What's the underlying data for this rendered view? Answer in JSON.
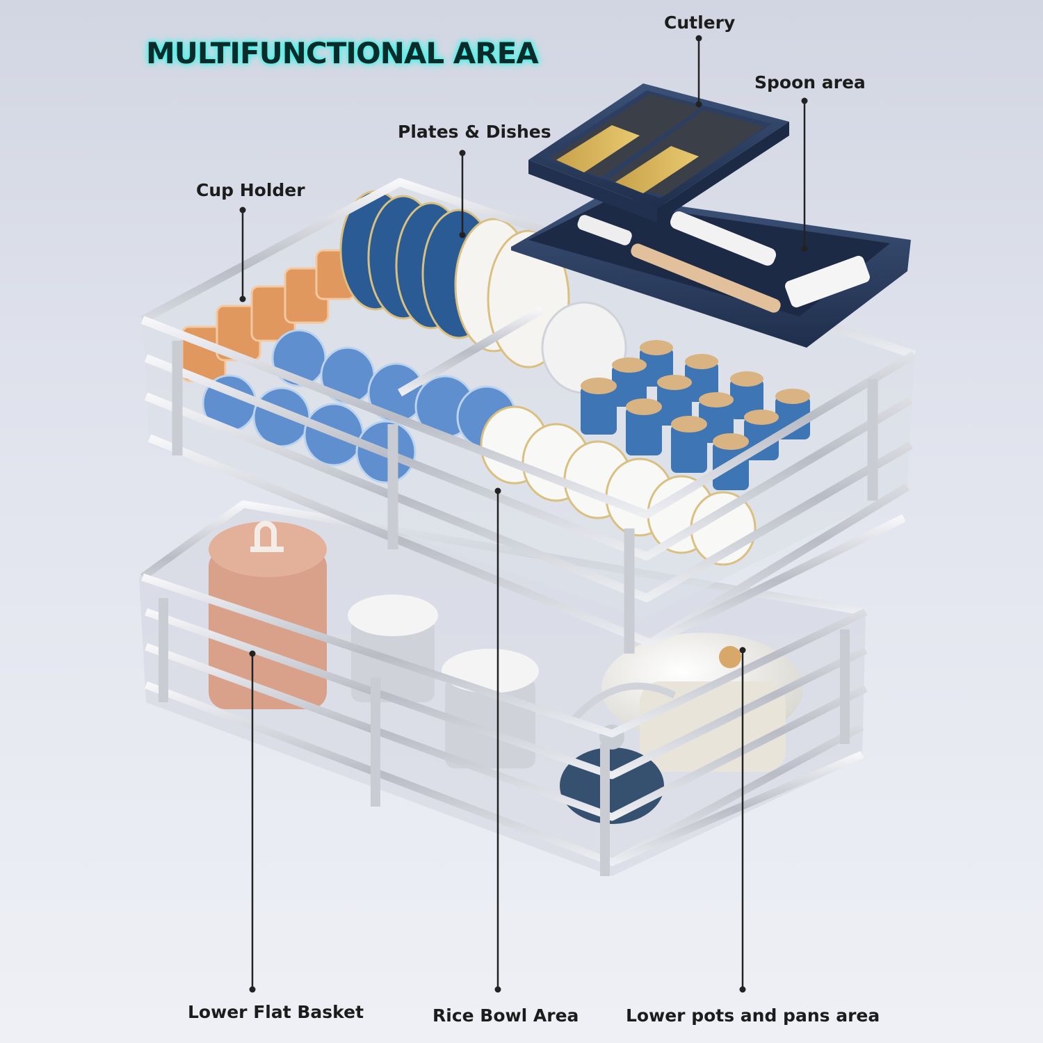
{
  "title": "MULTIFUNCTIONAL AREA",
  "labels": {
    "cutlery": "Cutlery",
    "spoon_area": "Spoon area",
    "plates_dishes": "Plates & Dishes",
    "cup_holder": "Cup Holder",
    "lower_flat_basket": "Lower Flat Basket",
    "rice_bowl_area": "Rice Bowl Area",
    "lower_pots_pans": "Lower pots and pans area"
  },
  "colors": {
    "title_glow": "#38f5e8",
    "steel": "#c2c4cc",
    "tray_navy": "#2c3f63",
    "bowl_blue": "#5f8fcf",
    "plate_navy": "#2a5b94",
    "cup_amber": "#e0985e",
    "canister_pink": "#d9a08a"
  }
}
